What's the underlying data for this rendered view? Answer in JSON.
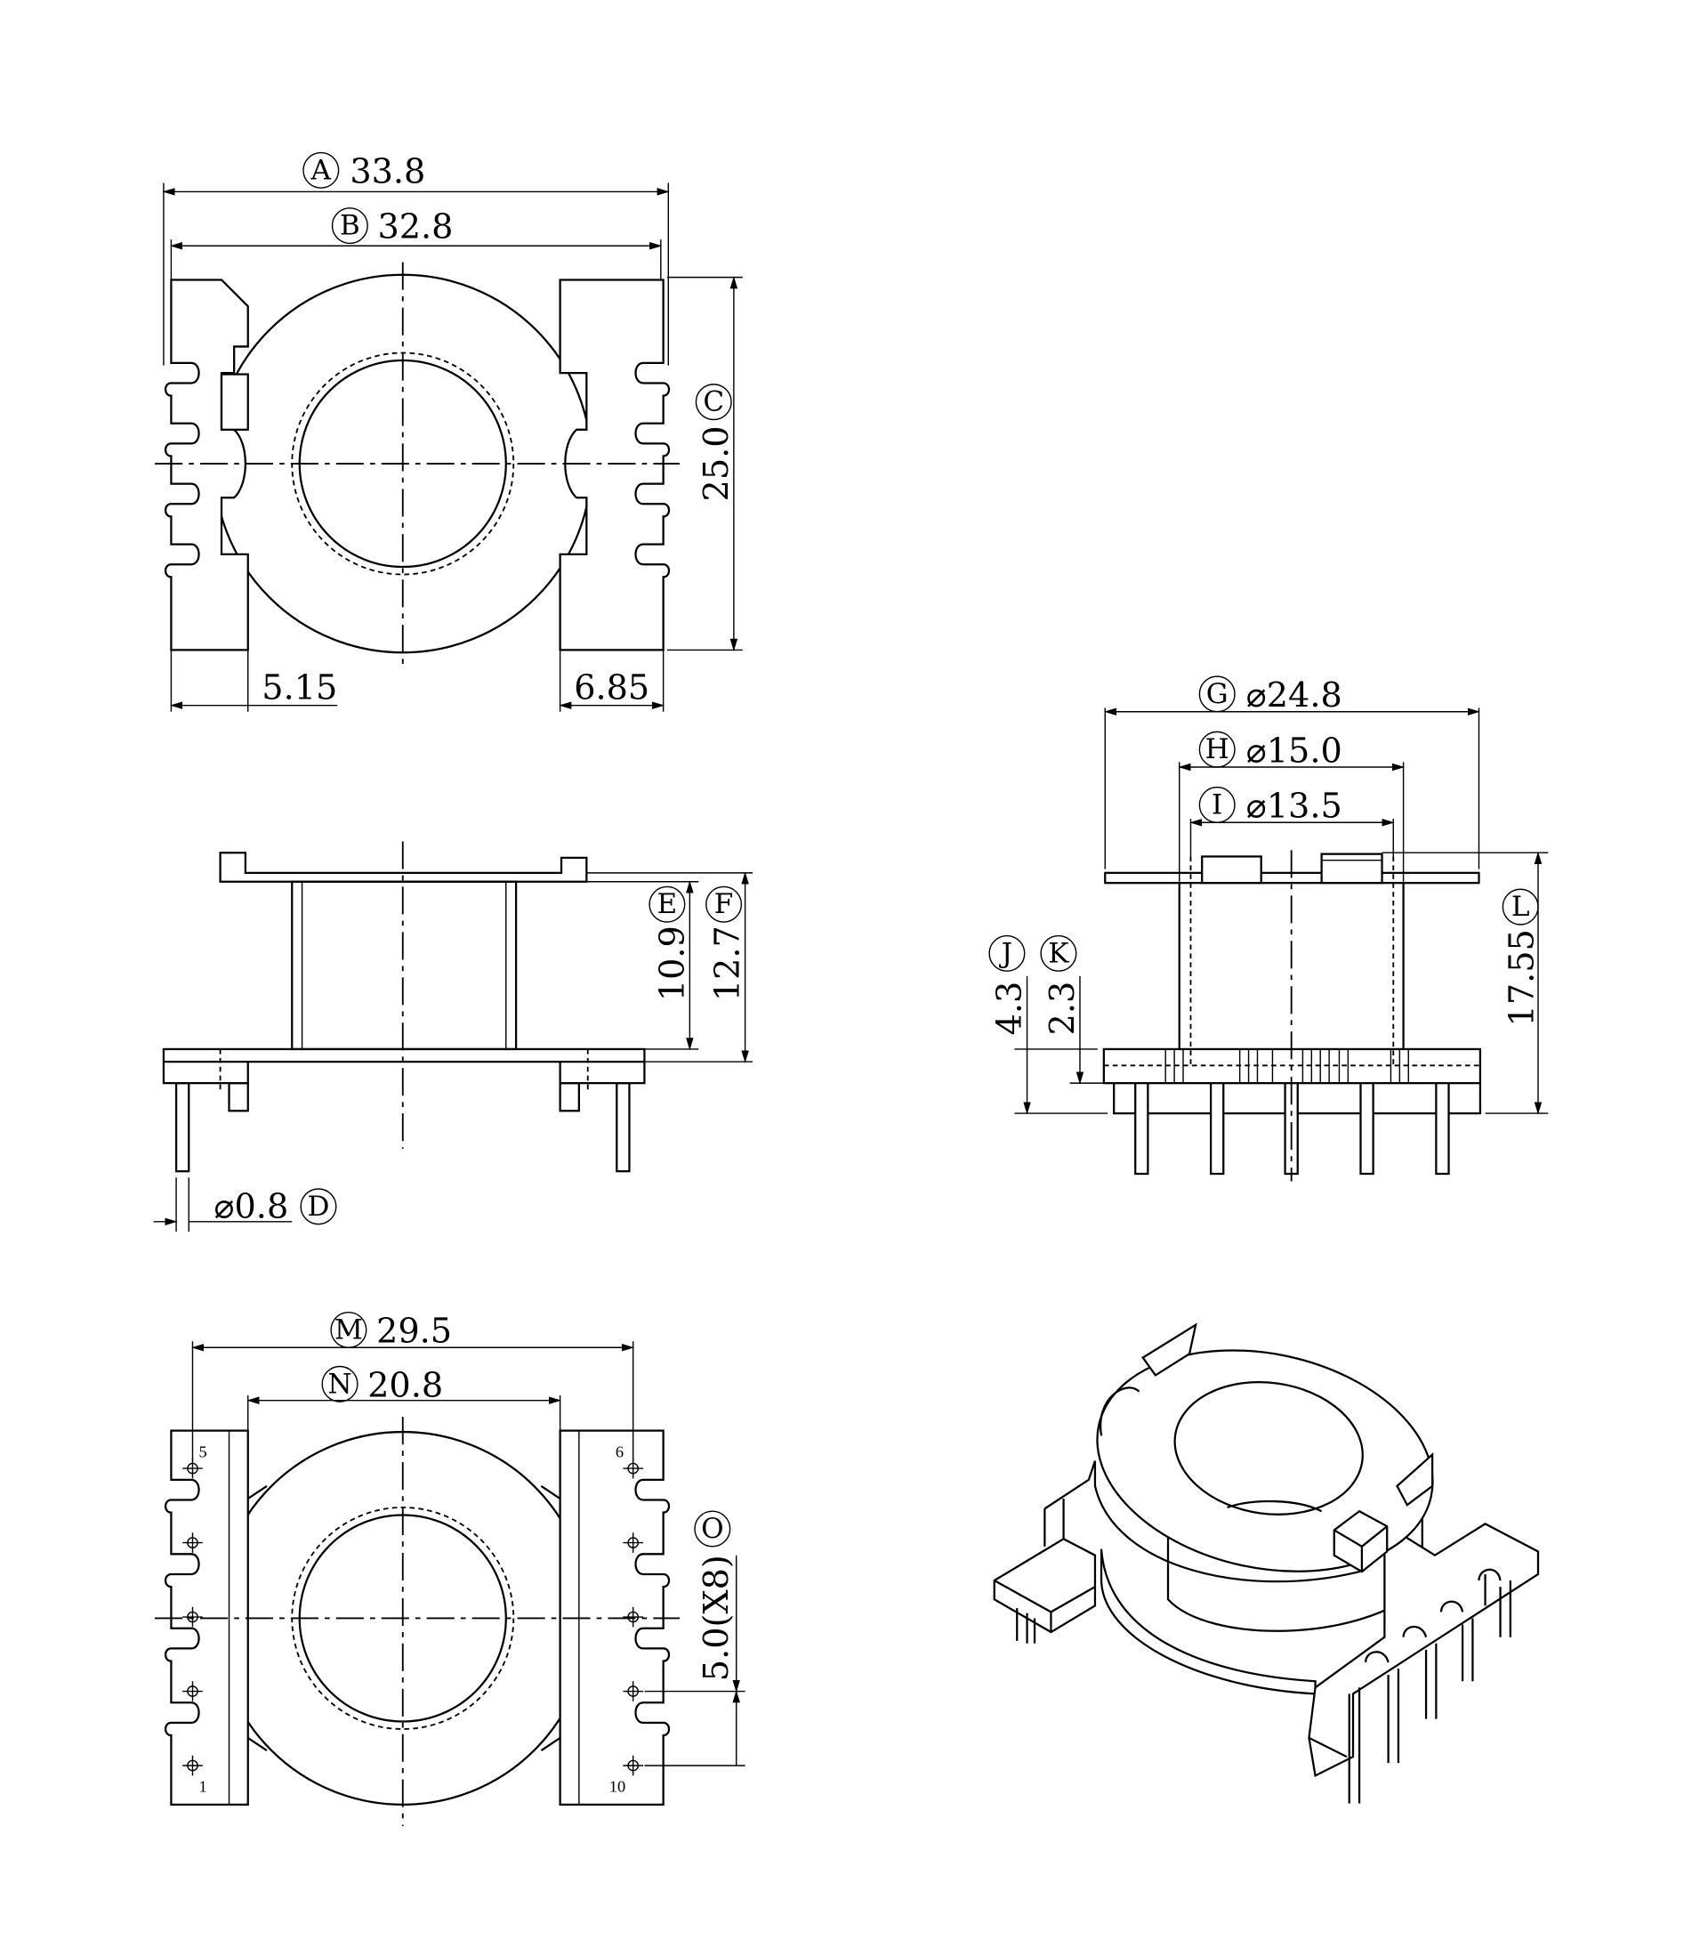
{
  "drawing": {
    "top_view": {
      "dims": [
        {
          "letter": "A",
          "value": "33.8"
        },
        {
          "letter": "B",
          "value": "32.8"
        },
        {
          "letter": "C",
          "value": "25.0"
        }
      ],
      "left_offset": "5.15",
      "right_offset": "6.85"
    },
    "side_view": {
      "dims": [
        {
          "letter": "E",
          "value": "10.9"
        },
        {
          "letter": "F",
          "value": "12.7"
        },
        {
          "letter": "D",
          "value": "⌀0.8"
        }
      ]
    },
    "front_view": {
      "dims": [
        {
          "letter": "G",
          "value": "⌀24.8"
        },
        {
          "letter": "H",
          "value": "⌀15.0"
        },
        {
          "letter": "I",
          "value": "⌀13.5"
        },
        {
          "letter": "J",
          "value": "4.3"
        },
        {
          "letter": "K",
          "value": "2.3"
        },
        {
          "letter": "L",
          "value": "17.55"
        }
      ]
    },
    "bottom_view": {
      "dims": [
        {
          "letter": "M",
          "value": "29.5"
        },
        {
          "letter": "N",
          "value": "20.8"
        },
        {
          "letter": "O",
          "value": "5.0(X8)"
        }
      ],
      "pin_labels": [
        "5",
        "1",
        "6",
        "10"
      ]
    }
  }
}
